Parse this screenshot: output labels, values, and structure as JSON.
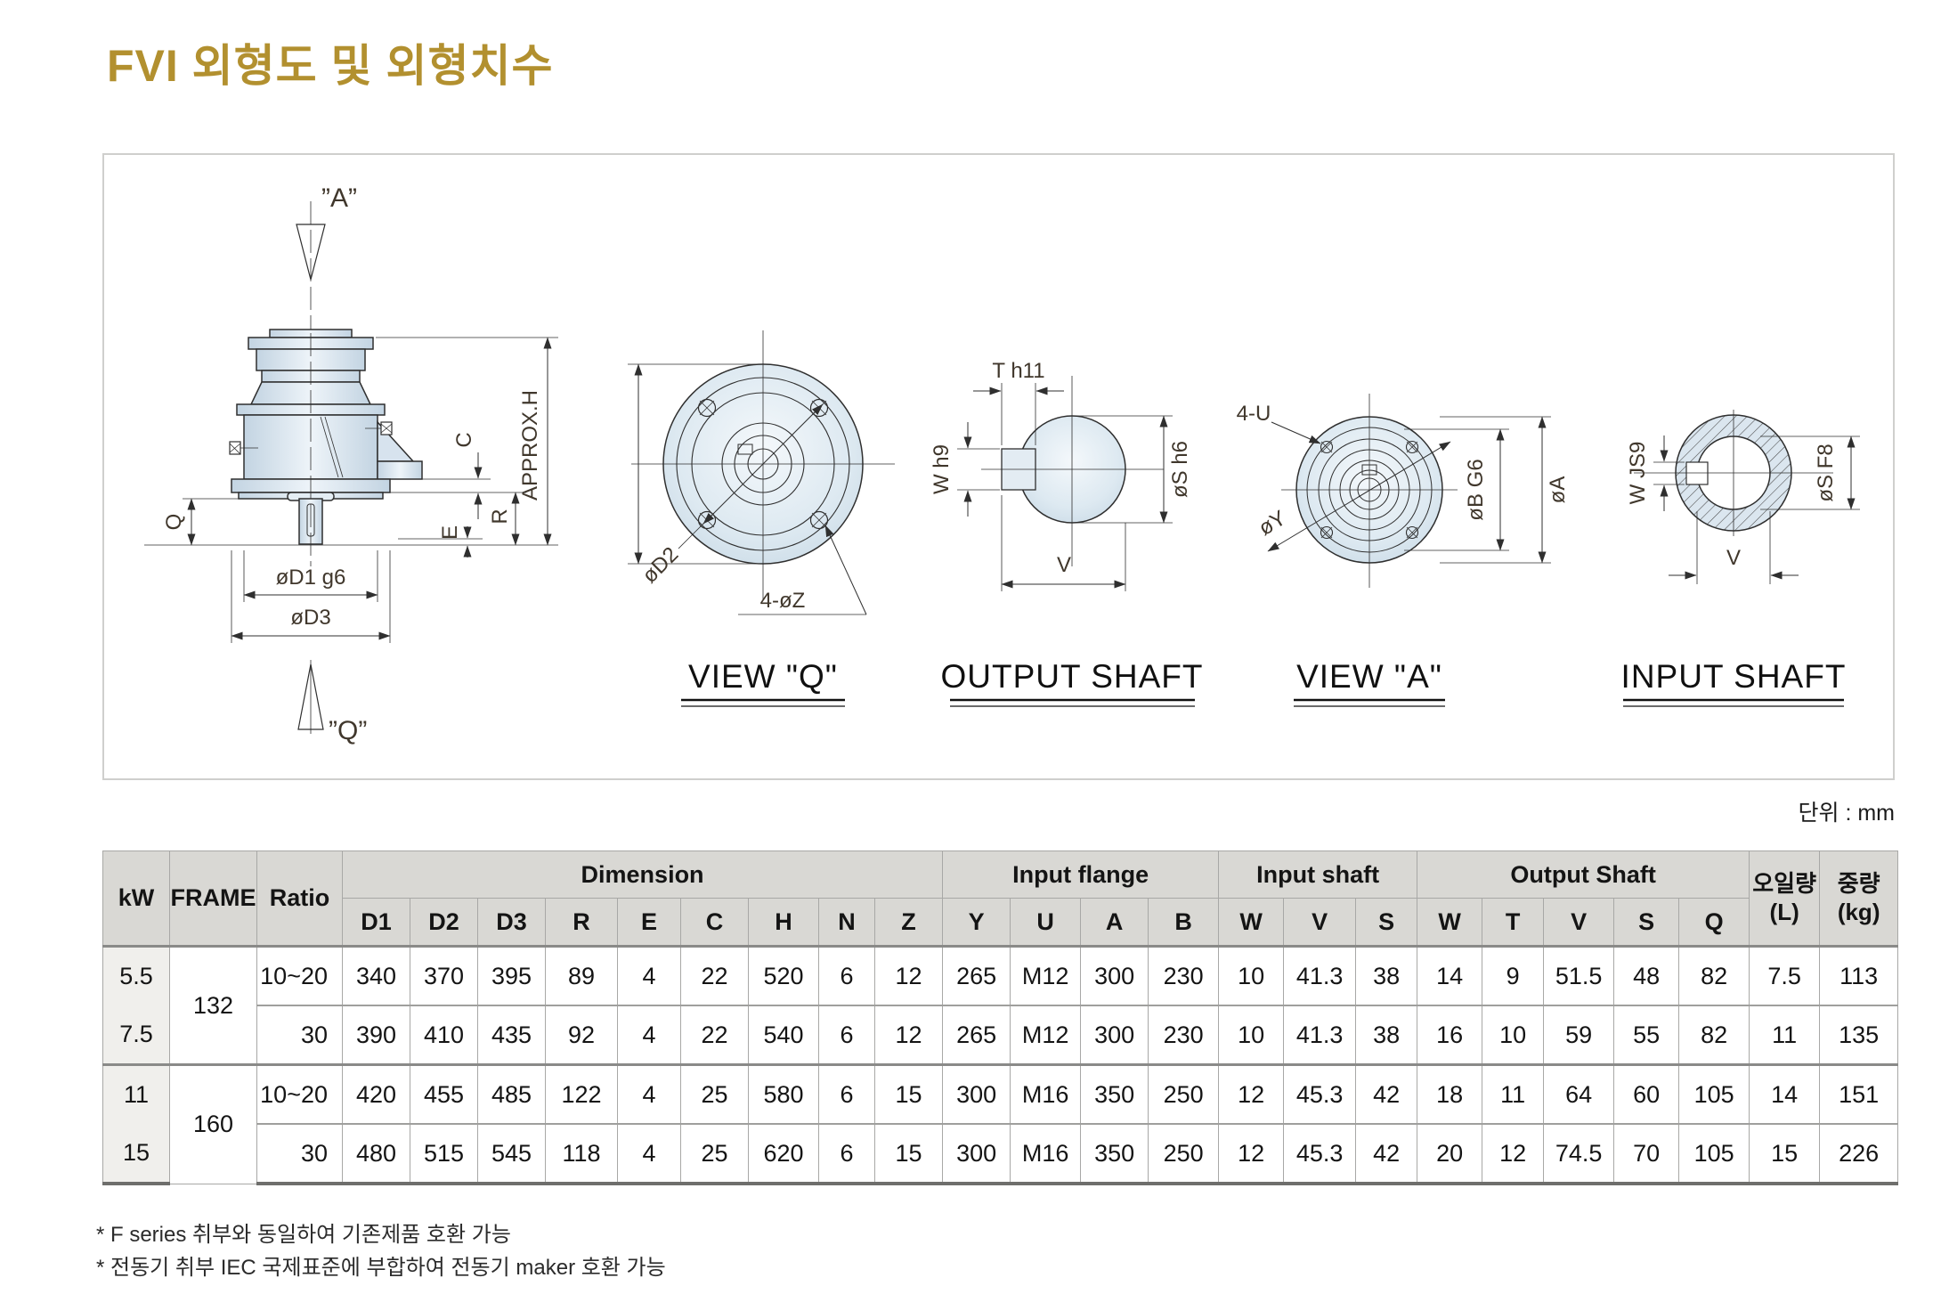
{
  "page": {
    "title": "FVI 외형도 및 외형치수",
    "unit_label": "단위 : mm",
    "footnotes": [
      "* F series 취부와 동일하여 기존제품 호환 가능",
      "* 전동기 취부 IEC 국제표준에 부합하여 전동기 maker 호환 가능"
    ]
  },
  "drawing": {
    "side": {
      "arrow_top": "”A”",
      "arrow_bottom": "”Q”",
      "approx_h": "APPROX.H",
      "c": "C",
      "r": "R",
      "e": "E",
      "q": "Q",
      "d1": "øD1 g6",
      "d3": "øD3"
    },
    "view_q": {
      "title": "VIEW \"Q\"",
      "d2": "øD2",
      "holes": "4-øZ"
    },
    "output_shaft": {
      "title": "OUTPUT SHAFT",
      "t": "T h11",
      "w": "W h9",
      "s": "øS h6",
      "v": "V"
    },
    "view_a": {
      "title": "VIEW \"A\"",
      "u": "4-U",
      "y": "øY",
      "b": "øB G6",
      "a": "øA"
    },
    "input_shaft": {
      "title": "INPUT SHAFT",
      "w": "W JS9",
      "s": "øS F8",
      "v": "V"
    }
  },
  "table": {
    "corner": {
      "kw": "kW",
      "frame": "FRAME",
      "ratio": "Ratio"
    },
    "groups": [
      {
        "label": "Dimension",
        "cols": [
          "D1",
          "D2",
          "D3",
          "R",
          "E",
          "C",
          "H",
          "N",
          "Z"
        ]
      },
      {
        "label": "Input flange",
        "cols": [
          "Y",
          "U",
          "A",
          "B"
        ]
      },
      {
        "label": "Input shaft",
        "cols": [
          "W",
          "V",
          "S"
        ]
      },
      {
        "label": "Output Shaft",
        "cols": [
          "W",
          "T",
          "V",
          "S",
          "Q"
        ]
      }
    ],
    "oil": {
      "line1": "오일량",
      "line2": "(L)"
    },
    "weight": {
      "line1": "중량",
      "line2": "(kg)"
    },
    "rows": [
      [
        "5.5",
        "132",
        "10~20",
        "340",
        "370",
        "395",
        "89",
        "4",
        "22",
        "520",
        "6",
        "12",
        "265",
        "M12",
        "300",
        "230",
        "10",
        "41.3",
        "38",
        "14",
        "9",
        "51.5",
        "48",
        "82",
        "7.5",
        "113"
      ],
      [
        "7.5",
        "",
        "30",
        "390",
        "410",
        "435",
        "92",
        "4",
        "22",
        "540",
        "6",
        "12",
        "265",
        "M12",
        "300",
        "230",
        "10",
        "41.3",
        "38",
        "16",
        "10",
        "59",
        "55",
        "82",
        "11",
        "135"
      ],
      [
        "11",
        "160",
        "10~20",
        "420",
        "455",
        "485",
        "122",
        "4",
        "25",
        "580",
        "6",
        "15",
        "300",
        "M16",
        "350",
        "250",
        "12",
        "45.3",
        "42",
        "18",
        "11",
        "64",
        "60",
        "105",
        "14",
        "151"
      ],
      [
        "15",
        "",
        "30",
        "480",
        "515",
        "545",
        "118",
        "4",
        "25",
        "620",
        "6",
        "15",
        "300",
        "M16",
        "350",
        "250",
        "12",
        "45.3",
        "42",
        "20",
        "12",
        "74.5",
        "70",
        "105",
        "15",
        "226"
      ]
    ]
  }
}
